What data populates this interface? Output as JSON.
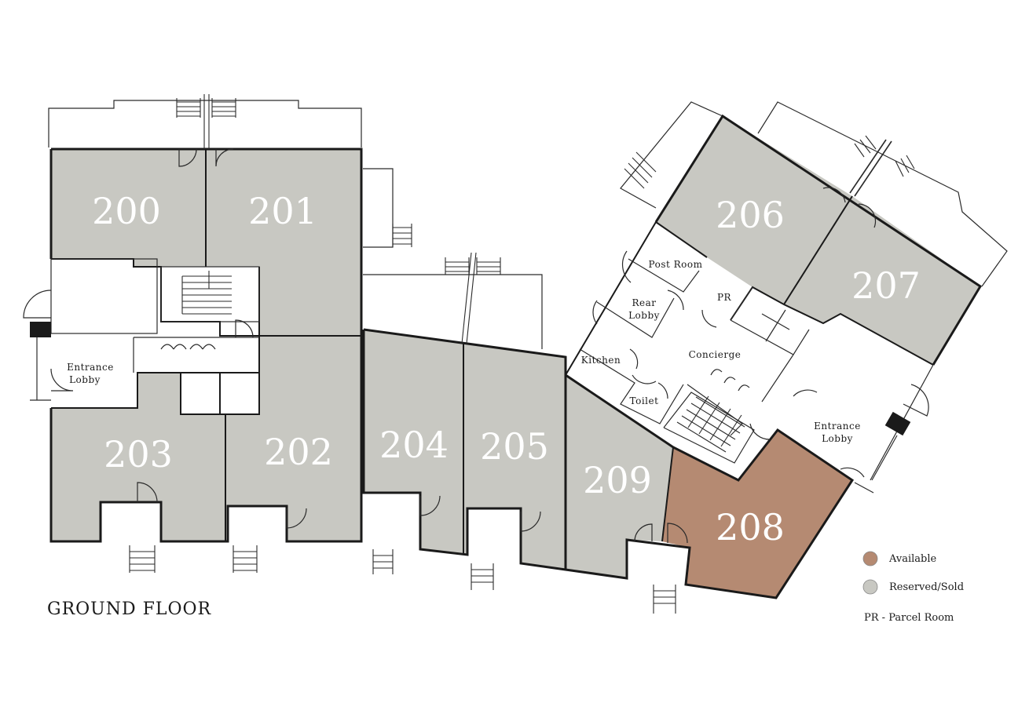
{
  "floor_label": "GROUND FLOOR",
  "colors": {
    "available": "#b58a72",
    "reserved": "#c8c8c2",
    "wall": "#1a1a1a"
  },
  "units": [
    {
      "id": "200",
      "status": "reserved"
    },
    {
      "id": "201",
      "status": "reserved"
    },
    {
      "id": "202",
      "status": "reserved"
    },
    {
      "id": "203",
      "status": "reserved"
    },
    {
      "id": "204",
      "status": "reserved"
    },
    {
      "id": "205",
      "status": "reserved"
    },
    {
      "id": "206",
      "status": "reserved"
    },
    {
      "id": "207",
      "status": "reserved"
    },
    {
      "id": "208",
      "status": "available"
    },
    {
      "id": "209",
      "status": "reserved"
    }
  ],
  "rooms": {
    "entrance_lobby_west": [
      "Entrance",
      "Lobby"
    ],
    "post_room": "Post Room",
    "rear_lobby": [
      "Rear",
      "Lobby"
    ],
    "pr": "PR",
    "kitchen": "Kitchen",
    "concierge": "Concierge",
    "toilet": "Toilet",
    "entrance_lobby_east": [
      "Entrance",
      "Lobby"
    ]
  },
  "legend": {
    "available": "Available",
    "reserved": "Reserved/Sold",
    "pr_note": "PR - Parcel Room"
  }
}
